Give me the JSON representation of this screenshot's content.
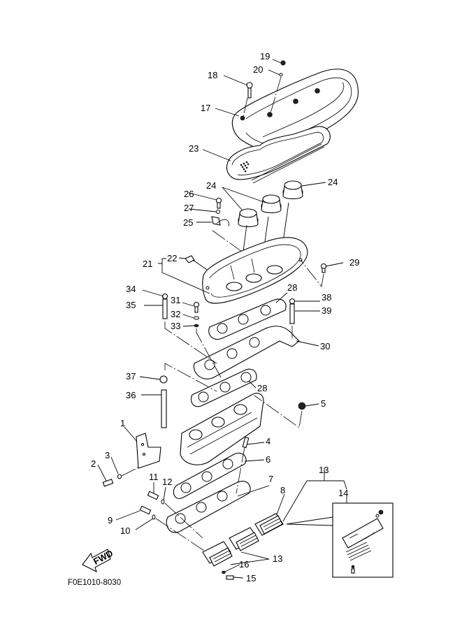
{
  "diagram": {
    "title": "Cylinder head / cover exploded view",
    "drawing_code": "F0E1010-8030",
    "fwd_label": "FWD",
    "callouts": [
      {
        "id": "1",
        "part": "bracket"
      },
      {
        "id": "2",
        "part": "bolt"
      },
      {
        "id": "3",
        "part": "washer"
      },
      {
        "id": "4",
        "part": "stud"
      },
      {
        "id": "5",
        "part": "nut"
      },
      {
        "id": "6",
        "part": "gasket"
      },
      {
        "id": "7",
        "part": "reed-valve-plate"
      },
      {
        "id": "8",
        "part": "gasket"
      },
      {
        "id": "9",
        "part": "bolt"
      },
      {
        "id": "10",
        "part": "washer"
      },
      {
        "id": "11",
        "part": "bolt"
      },
      {
        "id": "12",
        "part": "washer"
      },
      {
        "id": "13",
        "part": "reed-valve-assy"
      },
      {
        "id": "14",
        "part": "reed-valve-kit"
      },
      {
        "id": "15",
        "part": "screw"
      },
      {
        "id": "16",
        "part": "washer"
      },
      {
        "id": "17",
        "part": "cover"
      },
      {
        "id": "18",
        "part": "bolt"
      },
      {
        "id": "19",
        "part": "screw"
      },
      {
        "id": "20",
        "part": "washer"
      },
      {
        "id": "21",
        "part": "intake-silencer"
      },
      {
        "id": "22",
        "part": "fitting"
      },
      {
        "id": "23",
        "part": "gasket"
      },
      {
        "id": "24",
        "part": "funnel"
      },
      {
        "id": "25",
        "part": "clip"
      },
      {
        "id": "26",
        "part": "bolt"
      },
      {
        "id": "27",
        "part": "washer"
      },
      {
        "id": "28",
        "part": "gasket"
      },
      {
        "id": "29",
        "part": "bolt"
      },
      {
        "id": "30",
        "part": "plate"
      },
      {
        "id": "31",
        "part": "bolt"
      },
      {
        "id": "32",
        "part": "washer"
      },
      {
        "id": "33",
        "part": "washer"
      },
      {
        "id": "34",
        "part": "nut"
      },
      {
        "id": "35",
        "part": "stud"
      },
      {
        "id": "36",
        "part": "pipe"
      },
      {
        "id": "37",
        "part": "clamp"
      },
      {
        "id": "38",
        "part": "nut"
      },
      {
        "id": "39",
        "part": "stud"
      }
    ]
  },
  "colors": {
    "ink": "#000000",
    "paper": "#ffffff"
  }
}
